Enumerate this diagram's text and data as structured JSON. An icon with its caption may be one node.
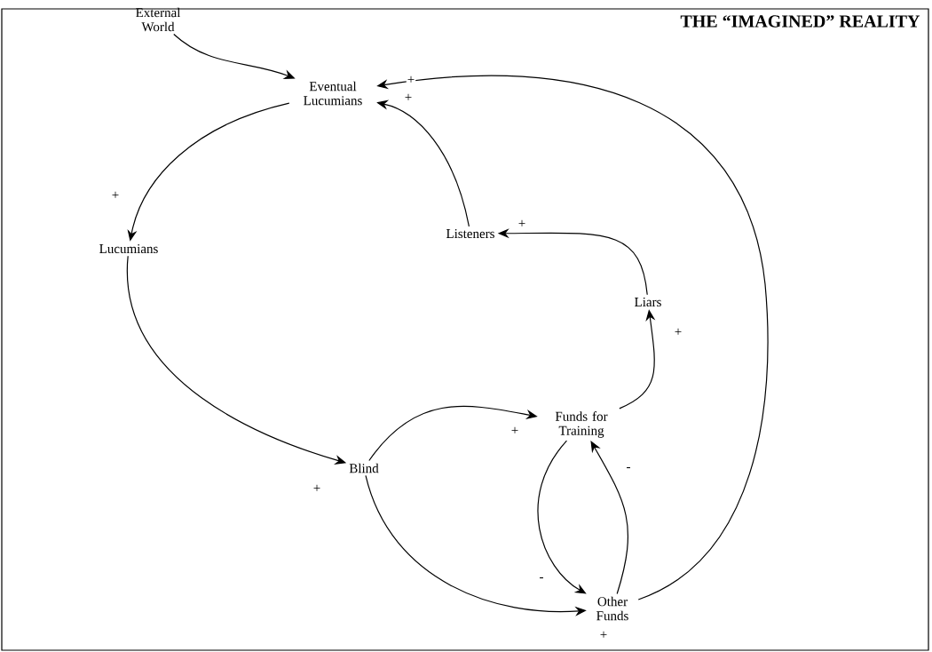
{
  "diagram": {
    "title": "THE “IMAGINED” REALITY",
    "nodes": [
      {
        "text": [
          "External World"
        ]
      },
      {
        "text": [
          "Eventual Lucumians"
        ]
      },
      {
        "text": [
          "Listeners"
        ]
      },
      {
        "text": [
          "Lucumians"
        ]
      },
      {
        "text": [
          "Liars"
        ]
      },
      {
        "text": [
          "Funds for Training"
        ]
      },
      {
        "text": [
          "Blind"
        ]
      },
      {
        "text": [
          "Other Funds"
        ]
      }
    ],
    "edges": [
      {
        "from": 0,
        "to": 1,
        "arrow": "to"
      },
      {
        "from": 7,
        "to": 1,
        "arrow": "to",
        "label": "+"
      },
      {
        "from": 2,
        "to": 1,
        "arrow": "to",
        "label": "+"
      },
      {
        "from": 1,
        "to": 3,
        "arrow": "to",
        "label": "+"
      },
      {
        "from": 4,
        "to": 2,
        "arrow": "to",
        "label": "+"
      },
      {
        "from": 5,
        "to": 4,
        "arrow": "to",
        "label": "+"
      },
      {
        "from": 6,
        "to": 5,
        "arrow": "to",
        "label": "+"
      },
      {
        "from": 3,
        "to": 6,
        "arrow": "to",
        "label": "+"
      },
      {
        "from": 6,
        "to": 7,
        "arrow": "to",
        "label": "+"
      },
      {
        "from": 5,
        "to": 7,
        "arrow": "to",
        "label": "-"
      },
      {
        "from": 7,
        "to": 5,
        "arrow": "to",
        "label": "-"
      }
    ]
  }
}
